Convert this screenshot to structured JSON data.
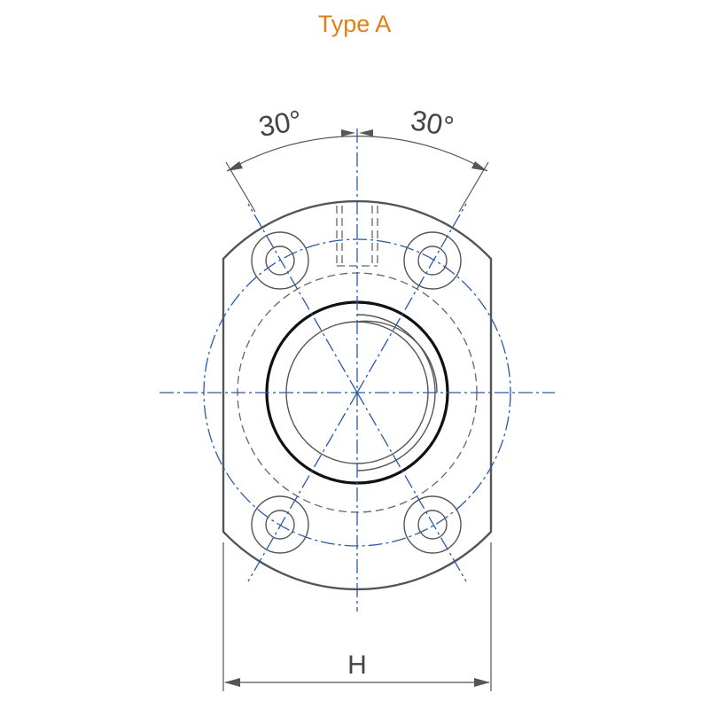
{
  "title": "Type A",
  "angle_left": "30°",
  "angle_right": "30°",
  "width_label": "H",
  "colors": {
    "title": "#e07f17",
    "outline": "#555555",
    "center_line": "#2a5aa8",
    "bore": "#111111"
  }
}
